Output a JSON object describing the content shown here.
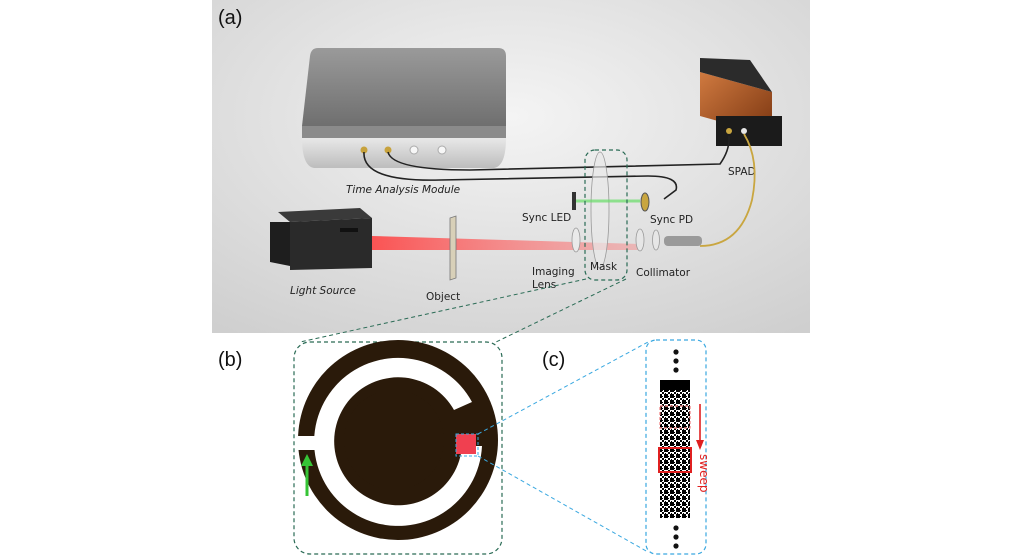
{
  "panels": {
    "a": "(a)",
    "b": "(b)",
    "c": "(c)"
  },
  "components": {
    "time_analysis_module": "Time Analysis Module",
    "spad": "SPAD",
    "sync_led": "Sync LED",
    "sync_pd": "Sync PD",
    "light_source": "Light Source",
    "object": "Object",
    "imaging_lens_line1": "Imaging",
    "imaging_lens_line2": "Lens",
    "mask": "Mask",
    "collimator": "Collimator"
  },
  "annotations": {
    "sweep": "sweep"
  },
  "colors": {
    "laser_beam": "#ff4d4d",
    "sync_beam": "#66dd66",
    "mask_ring": "#2a1a0a",
    "zoom_box_green": "#2a6b55",
    "zoom_box_blue": "#3aa8e0",
    "sweep_red": "#e02020",
    "spad_copper": "#b05a2a",
    "fiber_gold": "#c9a640"
  }
}
